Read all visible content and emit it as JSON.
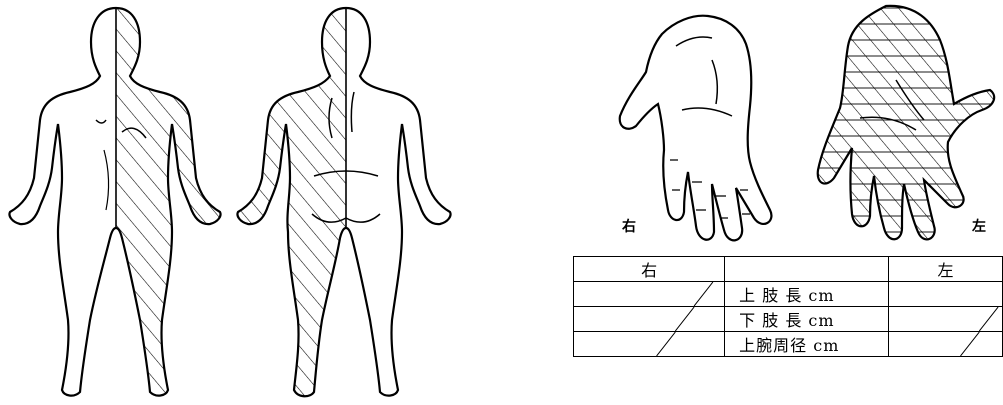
{
  "hand_labels": {
    "right": "右",
    "left": "左"
  },
  "measurement_table": {
    "header": {
      "right": "右",
      "middle": "",
      "left": "左"
    },
    "rows": [
      {
        "label": "上 肢 長 cm"
      },
      {
        "label": "下 肢 長 cm"
      },
      {
        "label": "上腕周径 cm"
      }
    ]
  }
}
